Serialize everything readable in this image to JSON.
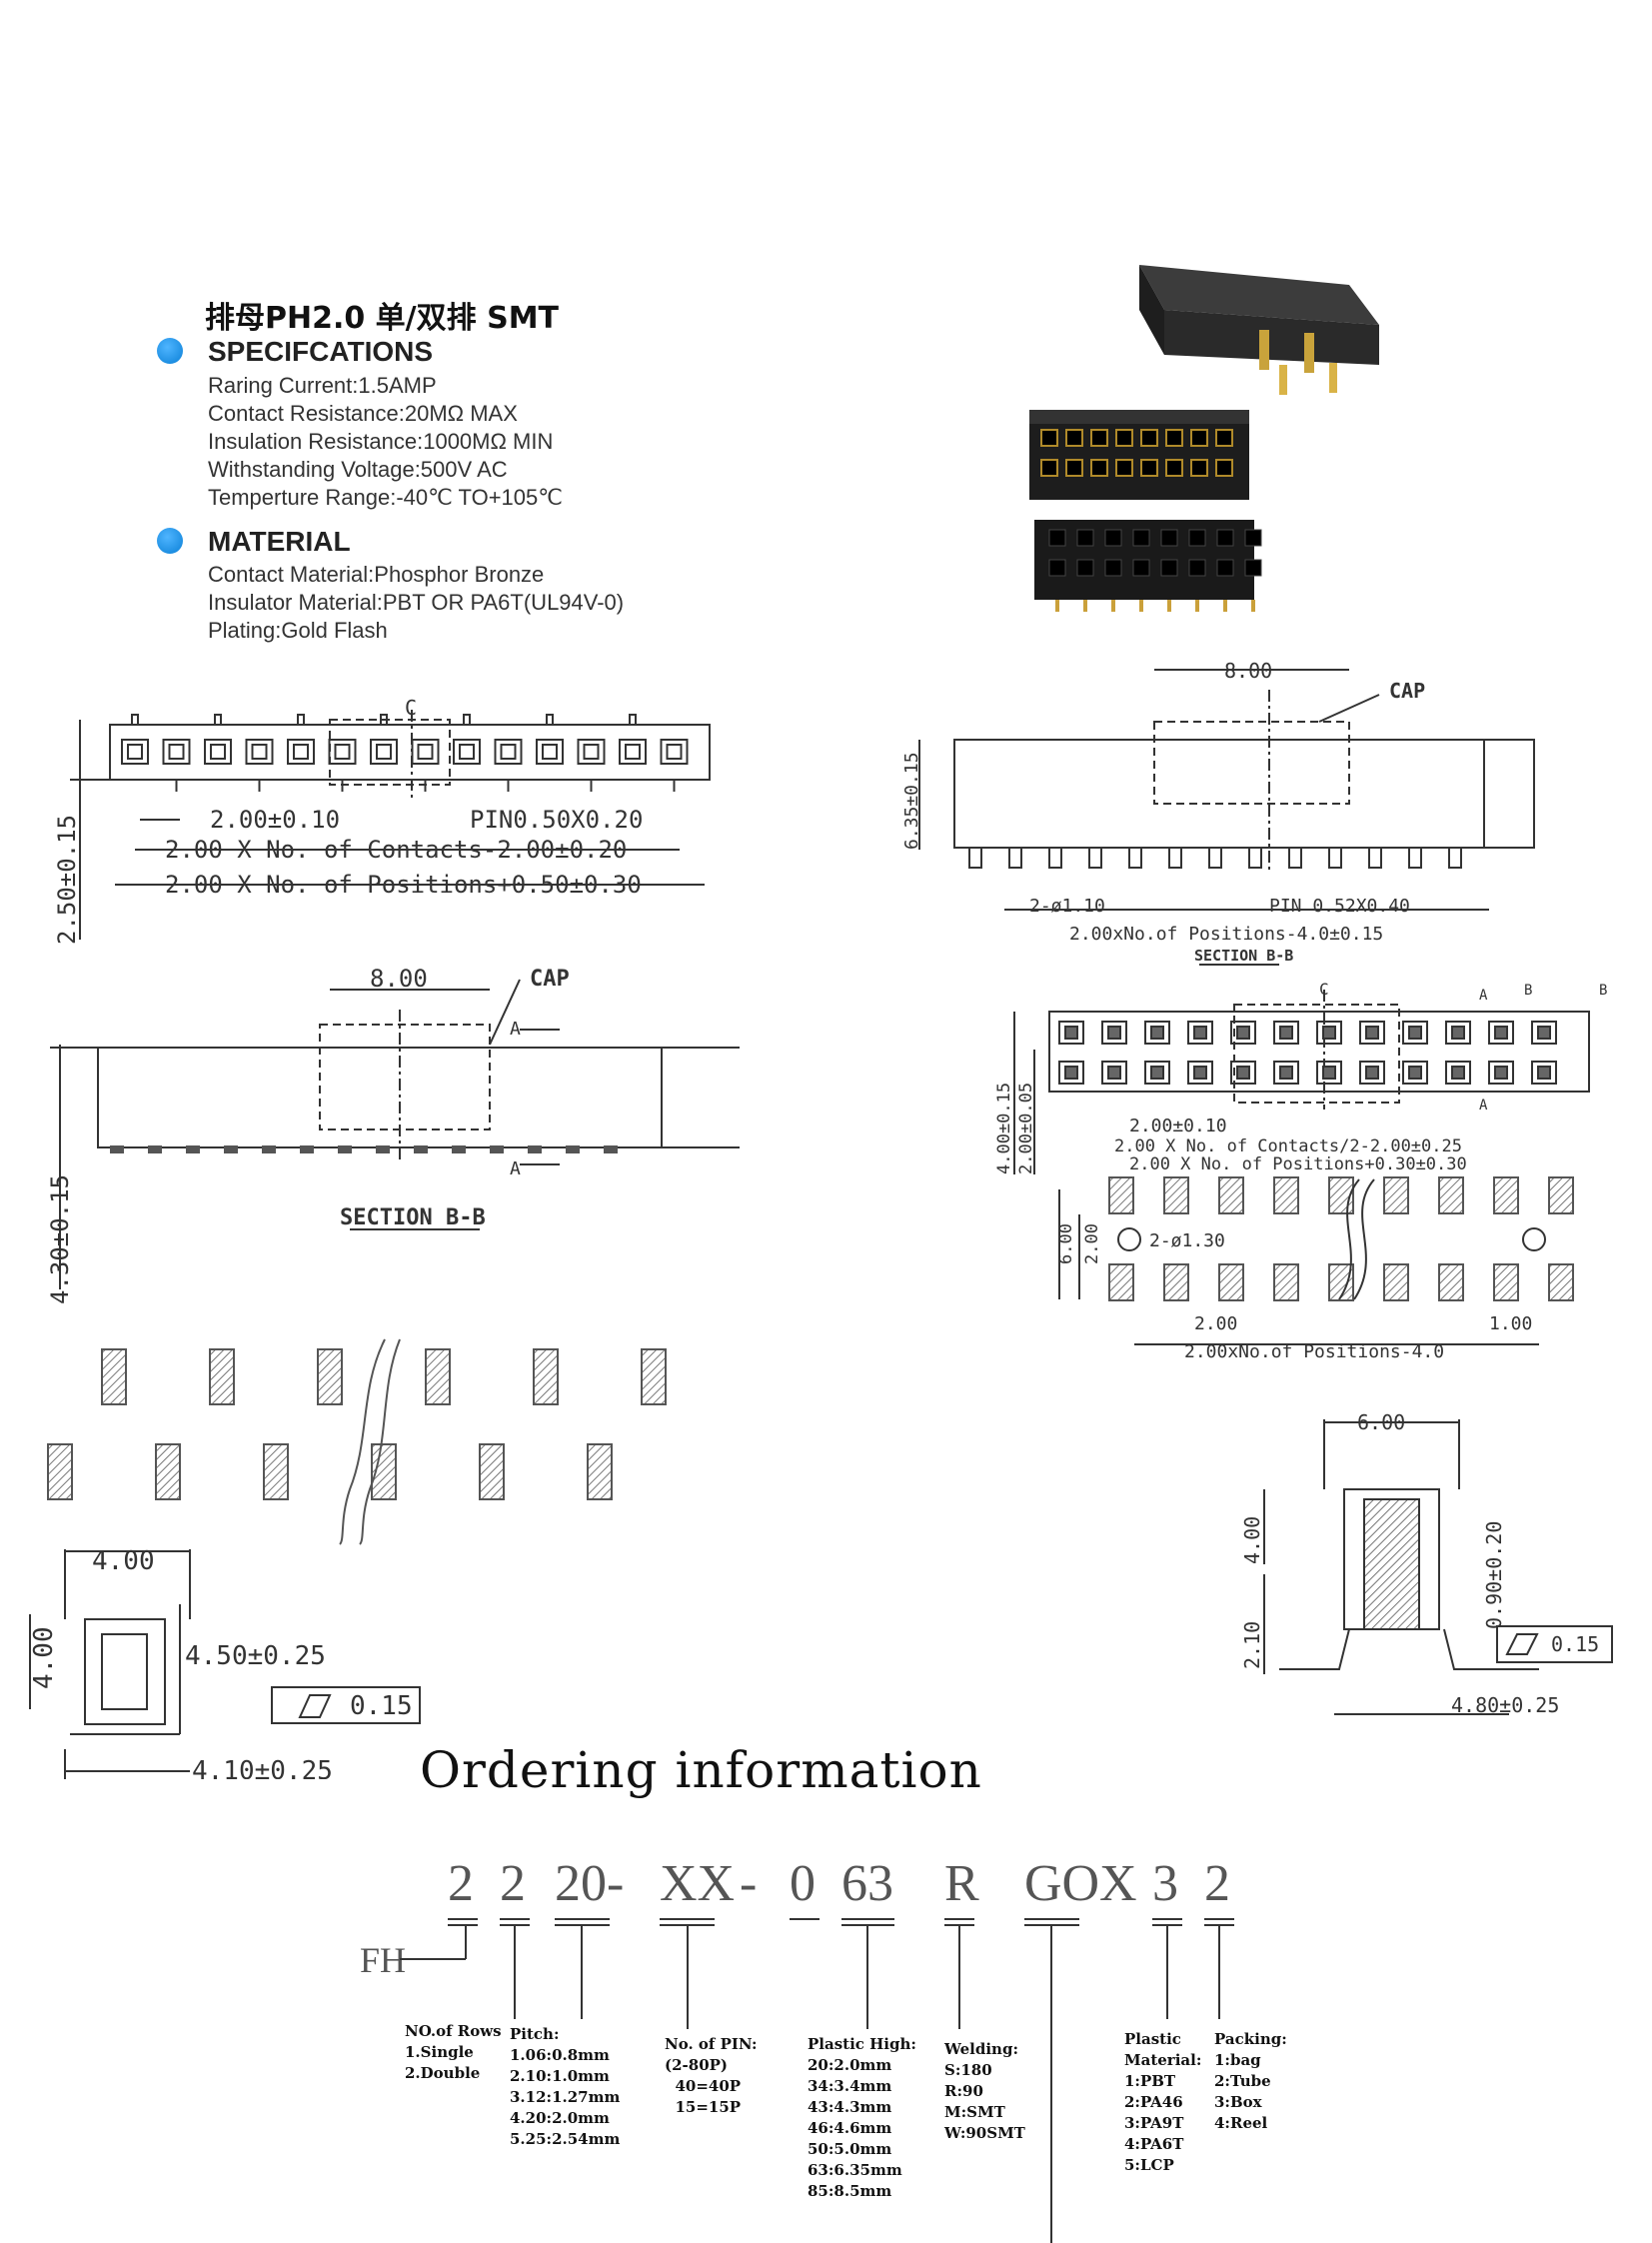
{
  "title": "排母PH2.0 单/双排 SMT",
  "spec": {
    "heading": "SPECIFCATIONS",
    "lines": [
      "Raring Current:1.5AMP",
      "Contact Resistance:20MΩ MAX",
      "Insulation Resistance:1000MΩ MIN",
      "Withstanding Voltage:500V AC",
      "Temperture Range:-40℃ TO+105℃"
    ]
  },
  "material": {
    "heading": "MATERIAL",
    "lines": [
      "Contact Material:Phosphor Bronze",
      "Insulator Material:PBT OR PA6T(UL94V-0)",
      "Plating:Gold Flash"
    ]
  },
  "drawings": {
    "left_top": {
      "pitch": "2.00±0.10",
      "pin": "PIN0.50X0.20",
      "contacts": "2.00 X No. of Contacts-2.00±0.20",
      "positions": "2.00 X No. of Positions+0.50±0.30",
      "height": "2.50±0.15",
      "center": "C"
    },
    "left_mid": {
      "width": "8.00",
      "cap": "CAP",
      "height": "4.30±0.15",
      "section": "SECTION B-B",
      "a": "A"
    },
    "left_bottom": {
      "w": "4.00",
      "h": "4.00",
      "depth": "4.50±0.25",
      "flat": "0.15",
      "foot": "4.10±0.25"
    },
    "right_top": {
      "width": "8.00",
      "cap": "CAP",
      "height": "6.35±0.15",
      "hole": "2-ø1.10",
      "pin": "PIN 0.52X0.40",
      "positions": "2.00xNo.of Positions-4.0±0.15",
      "section": "SECTION B-B"
    },
    "right_mid": {
      "pitch": "2.00±0.10",
      "contacts": "2.00 X No. of Contacts/2-2.00±0.25",
      "positions": "2.00 X No. of Positions+0.30±0.30",
      "h1": "4.00±0.15",
      "h2": "2.00±0.05",
      "a": "A",
      "b": "B",
      "c": "C"
    },
    "right_pad": {
      "hole": "2-ø1.30",
      "h1": "6.00",
      "h2": "2.00",
      "p": "2.00",
      "q": "1.00",
      "positions": "2.00xNo.of Positions-4.0"
    },
    "right_bottom": {
      "w": "6.00",
      "h": "4.00",
      "lead": "2.10",
      "sq": "0.90±0.20",
      "flat": "0.15",
      "foot": "4.80±0.25"
    }
  },
  "ordering": {
    "title": "Ordering information",
    "prefix": "FH",
    "code": [
      "2",
      "2",
      "20-",
      "XX",
      "-",
      "0",
      "63",
      "R",
      "GO",
      "X",
      "3",
      "2"
    ],
    "legend": {
      "rows": "NO.of Rows\n1.Single\n2.Double",
      "pitch": "Pitch:\n1.06:0.8mm\n2.10:1.0mm\n3.12:1.27mm\n4.20:2.0mm\n5.25:2.54mm",
      "pins": "No. of PIN:\n(2-80P)\n  40=40P\n  15=15P",
      "plastic_high": "Plastic High:\n20:2.0mm\n34:3.4mm\n43:4.3mm\n46:4.6mm\n50:5.0mm\n63:6.35mm\n85:8.5mm",
      "welding": "Welding:\nS:180\nR:90\nM:SMT\nW:90SMT",
      "material": "Plastic\nMaterial:\n1:PBT\n2:PA46\n3:PA9T\n4:PA6T\n5:LCP",
      "packing": "Packing:\n1:bag\n2:Tube\n3:Box\n4:Reel"
    }
  }
}
